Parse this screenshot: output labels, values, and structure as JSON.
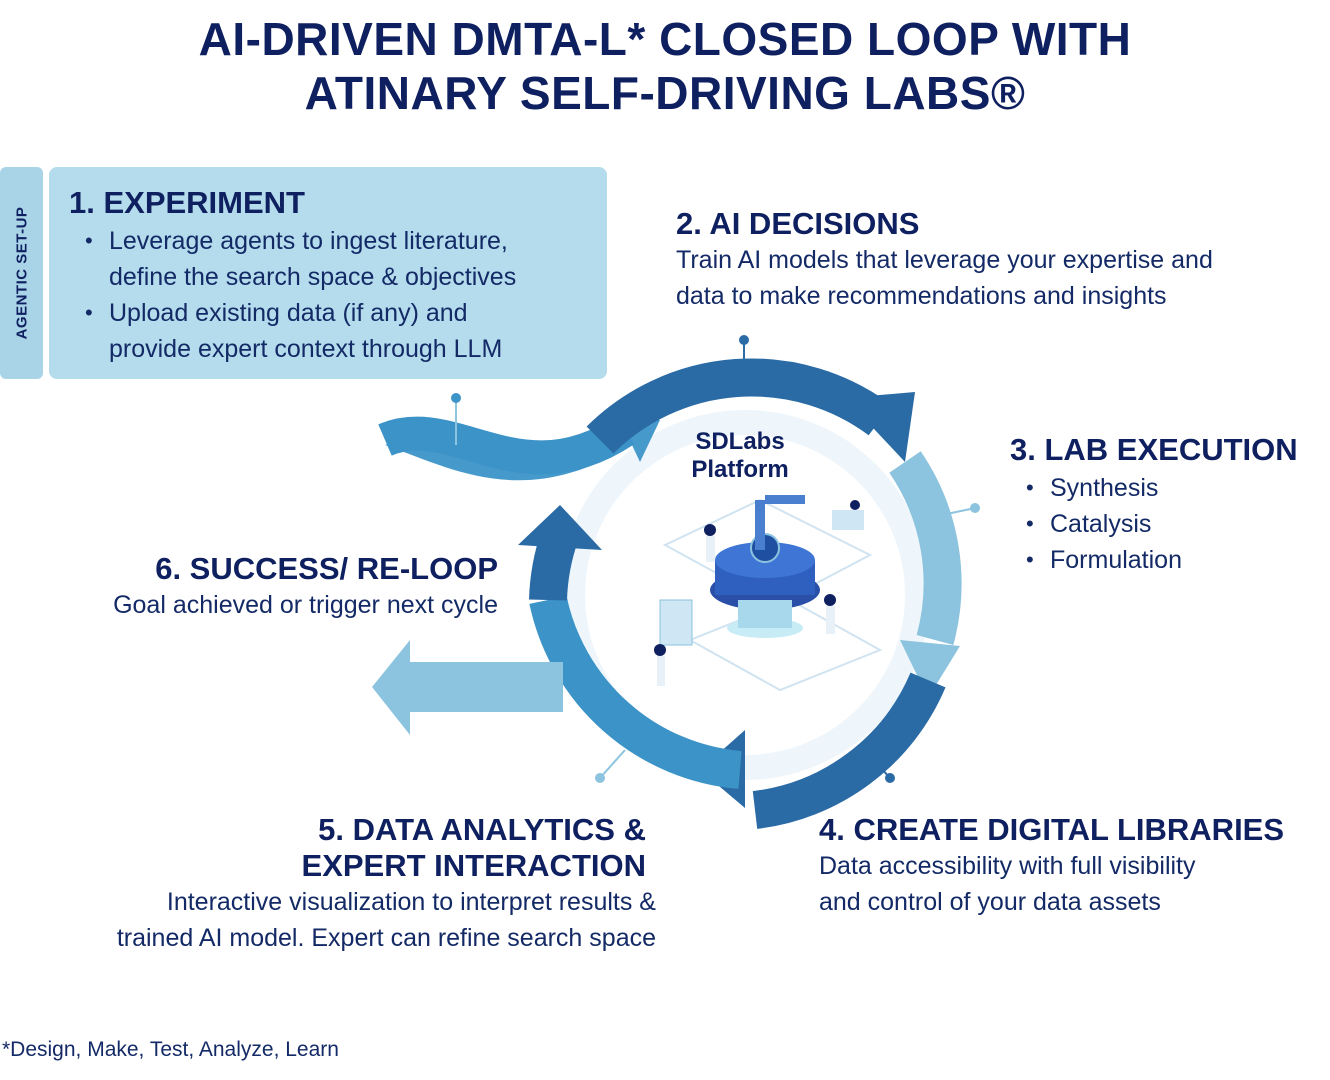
{
  "title_line1": "AI-DRIVEN DMTA-L* CLOSED LOOP WITH",
  "title_line2": "ATINARY SELF-DRIVING LABS®",
  "side_tab": "AGENTIC SET-UP",
  "step1": {
    "heading": "1. EXPERIMENT",
    "bullets": [
      [
        "Leverage agents to ingest literature,",
        "define the search space & objectives"
      ],
      [
        "Upload existing data (if any) and",
        "provide expert context through LLM"
      ]
    ]
  },
  "step2": {
    "heading": "2. AI DECISIONS",
    "lines": [
      "Train AI models that leverage your expertise and",
      "data to make recommendations and insights"
    ]
  },
  "step3": {
    "heading": "3. LAB EXECUTION",
    "bullets": [
      "Synthesis",
      "Catalysis",
      "Formulation"
    ]
  },
  "step4": {
    "heading": "4. CREATE DIGITAL LIBRARIES",
    "lines": [
      "Data accessibility with full visibility",
      "and control of your data assets"
    ]
  },
  "step5": {
    "heading_lines": [
      "5. DATA ANALYTICS &",
      "EXPERT INTERACTION"
    ],
    "lines": [
      "Interactive visualization to interpret results &",
      "trained AI model. Expert can refine search space"
    ]
  },
  "step6": {
    "heading": "6. SUCCESS/ RE-LOOP",
    "lines": [
      "Goal achieved or trigger next cycle"
    ]
  },
  "platform": [
    "SDLabs",
    "Platform"
  ],
  "footnote": "*Design, Make, Test, Analyze, Learn",
  "colors": {
    "navy": "#0f2060",
    "dark_blue": "#2a6aa5",
    "mid_blue": "#3c93c8",
    "light_blue": "#8cc3df",
    "box_fill": "#b4dcec",
    "tab_fill": "#a9d4e7"
  }
}
